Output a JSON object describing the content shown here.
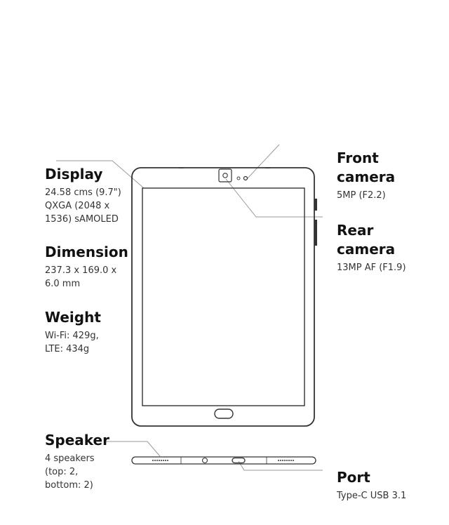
{
  "specs": {
    "display": {
      "title": "Display",
      "lines": [
        "24.58 cms (9.7\")",
        "QXGA (2048 x",
        "1536) sAMOLED"
      ]
    },
    "dimension": {
      "title": "Dimension",
      "lines": [
        "237.3 x 169.0 x",
        "6.0 mm"
      ]
    },
    "weight": {
      "title": "Weight",
      "lines": [
        "Wi-Fi: 429g,",
        "LTE: 434g"
      ]
    },
    "speaker": {
      "title": "Speaker",
      "lines": [
        "4 speakers",
        "(top: 2,",
        "bottom: 2)"
      ]
    },
    "front_camera": {
      "title_lines": [
        "Front",
        "camera"
      ],
      "detail": "5MP (F2.2)"
    },
    "rear_camera": {
      "title_lines": [
        "Rear",
        "camera"
      ],
      "detail": "13MP AF (F1.9)"
    },
    "port": {
      "title": "Port",
      "detail": "Type-C USB 3.1"
    }
  },
  "colors": {
    "outline": "#333333",
    "leader_line": "#9a9a9a",
    "background": "#ffffff"
  }
}
